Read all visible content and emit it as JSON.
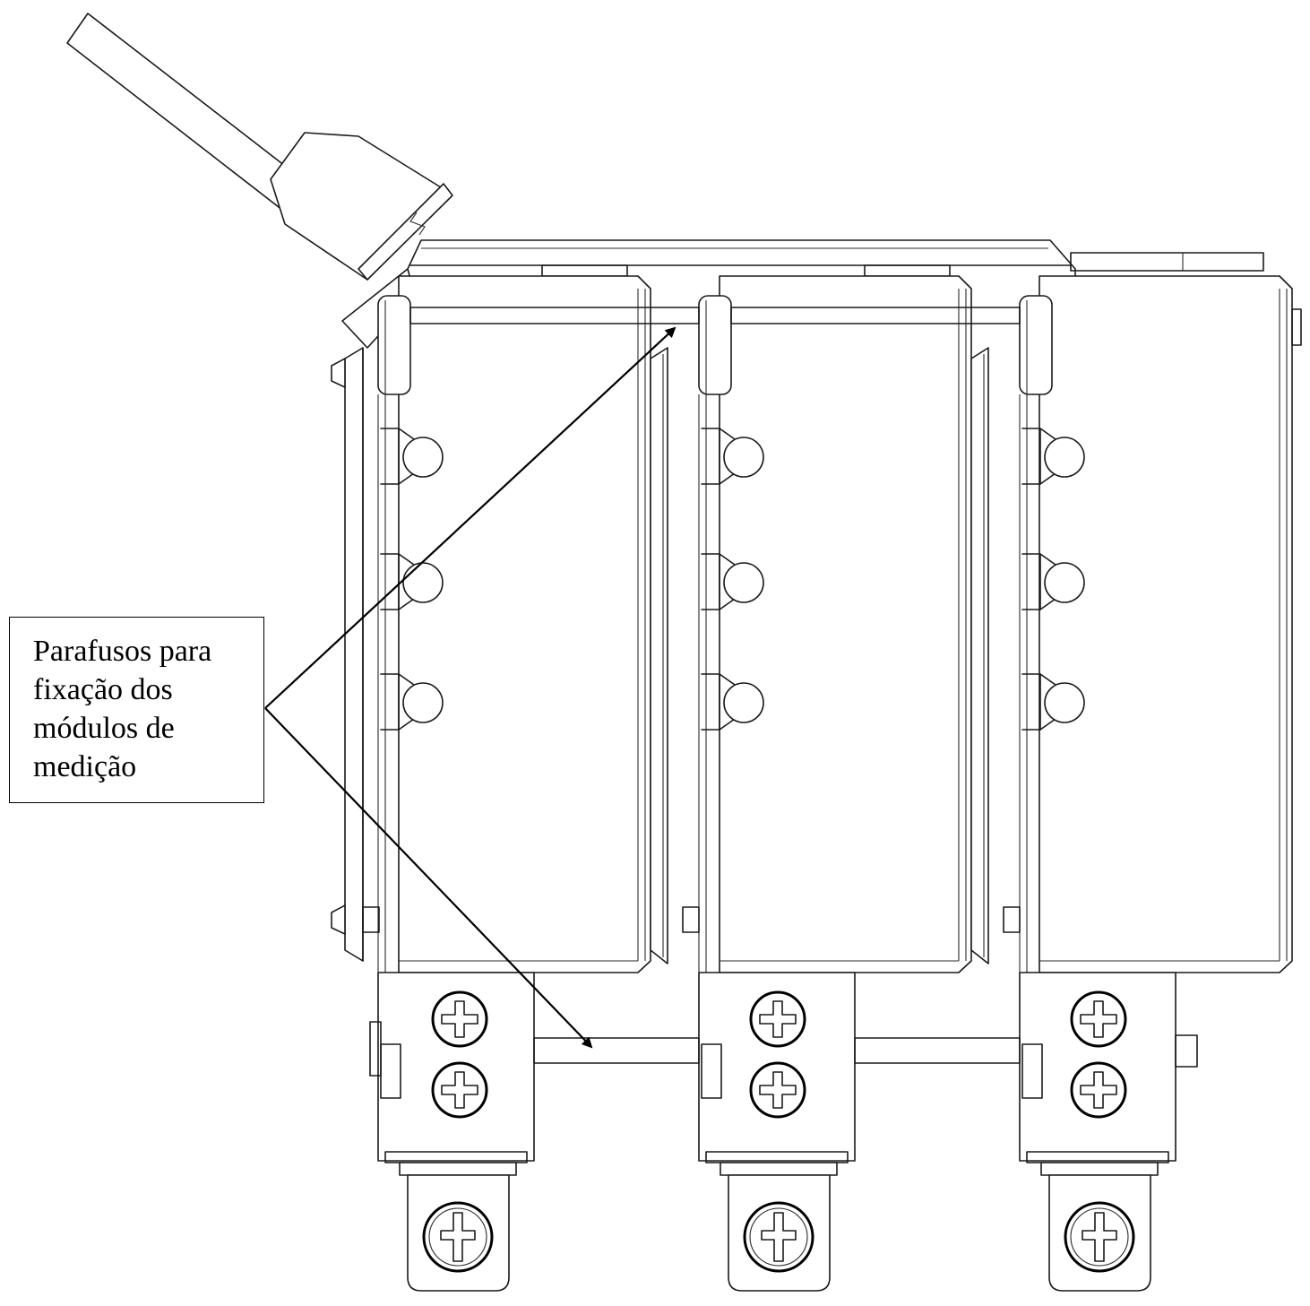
{
  "callout": {
    "lines": [
      "Parafusos para",
      "fixação dos",
      "módulos de",
      "medição"
    ]
  }
}
